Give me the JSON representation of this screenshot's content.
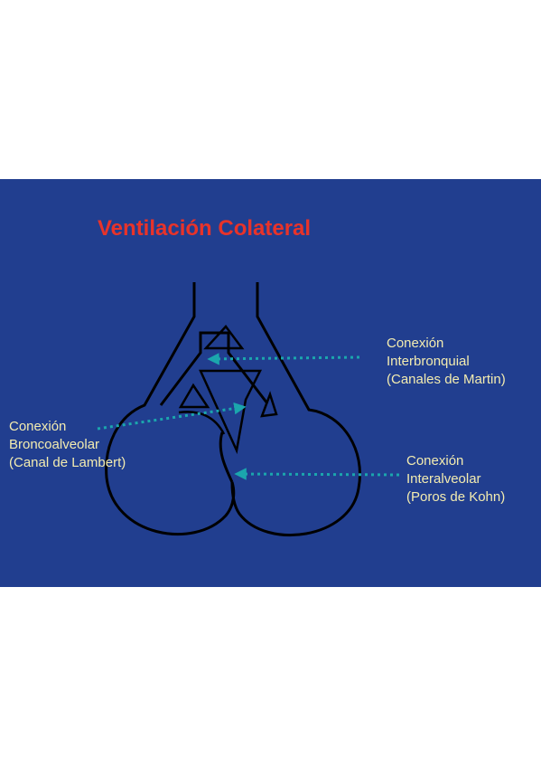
{
  "title": "Ventilación Colateral",
  "labels": {
    "interbronquial": [
      "Conexión",
      "Interbronquial",
      "(Canales de Martin)"
    ],
    "broncoalveolar": [
      "Conexión",
      "Broncoalveolar",
      "(Canal de Lambert)"
    ],
    "interalveolar": [
      "Conexión",
      "Interalveolar",
      "(Poros de Kohn)"
    ]
  },
  "colors": {
    "background": "#213e8f",
    "title": "#e8332a",
    "label_text": "#f3ecb0",
    "outline": "#000000",
    "arrow": "#1ba6ad"
  }
}
